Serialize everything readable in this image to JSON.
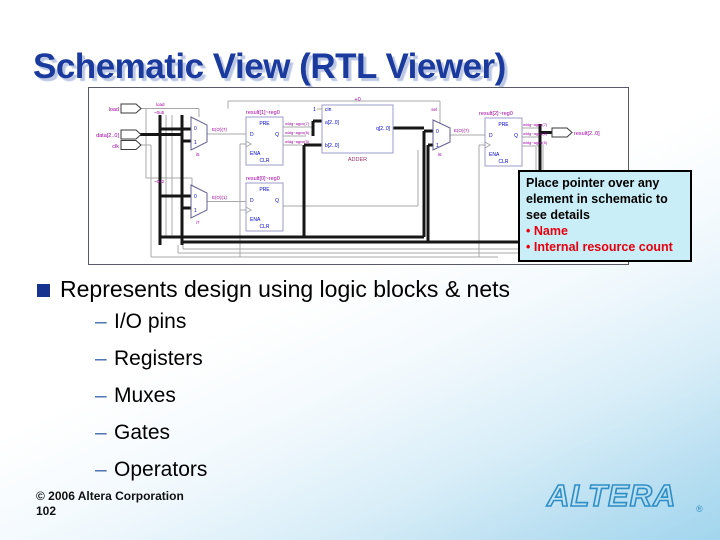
{
  "slide": {
    "title": "Schematic View (RTL Viewer)",
    "footer": {
      "copyright": "© 2006 Altera Corporation",
      "page_number": "102"
    },
    "logo": {
      "text": "ALTERA",
      "registered": "®"
    }
  },
  "bullets": {
    "main": "Represents design using logic blocks & nets",
    "dash": "–",
    "sub": [
      "I/O pins",
      "Registers",
      "Muxes",
      "Gates",
      "Operators"
    ]
  },
  "callout": {
    "body": "Place pointer over any element in schematic to see details",
    "items": [
      "• Name",
      "• Internal resource count"
    ]
  },
  "schematic": {
    "pins": {
      "load": "load",
      "data": "data[2..0]",
      "clk": "clk",
      "result": "result[2..0]"
    },
    "registers": {
      "reg1": "result[1]~reg0",
      "reg0": "result[0]~reg0",
      "reg2": "result[2]~reg0",
      "ports": {
        "pre": "PRE",
        "d": "D",
        "q": "Q",
        "ena": "ENA",
        "clr": "CLR"
      }
    },
    "muxes": {
      "m1": "i5",
      "m2": "i7",
      "m3": "i6",
      "in0": "0",
      "in1": "1"
    },
    "adder": {
      "label": "+0",
      "cin": "cin",
      "a": "a[2..0]",
      "b": "b[2..0]",
      "out": "q[2..0]",
      "name": "ADDER",
      "const1": "1"
    },
    "nets": {
      "load": "load",
      "sel": "sel",
      "bus_top": "~0u5",
      "bus_bottom": "~0u2",
      "mux1_out": "E(O)(7)",
      "mux2_out": "E(O)(1)",
      "mux3_out": "E(O)(7)",
      "fan7": "wldg~agco(7)",
      "fan6": "wldg~agco(6)",
      "fan5": "wldg~agco(5)"
    }
  },
  "colors": {
    "title_blue": "#1b3a9d",
    "bullet_square": "#16338f",
    "callout_bg": "#c9eef7",
    "callout_red": "#e8000d",
    "logo_blue": "#2e8ec6",
    "net_purple": "#a000a0",
    "port_blue": "#0000cc"
  }
}
